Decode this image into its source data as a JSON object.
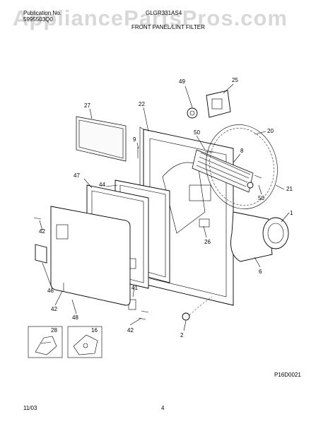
{
  "header": {
    "publication_label": "Publication No.",
    "publication_number": "5995503Q0",
    "model": "GLGR331AS4",
    "section_title": "FRONT PANEL/LINT FILTER"
  },
  "watermark": "AppliancePartsPros.com",
  "diagram": {
    "callouts": [
      "49",
      "25",
      "27",
      "22",
      "20",
      "9",
      "50",
      "8",
      "47",
      "44",
      "21",
      "50",
      "1",
      "42",
      "26",
      "6",
      "46",
      "41",
      "42",
      "48",
      "2",
      "42",
      "28",
      "16"
    ],
    "figure_code": "P16D0021"
  },
  "footer": {
    "date": "11/03",
    "page": "4"
  }
}
